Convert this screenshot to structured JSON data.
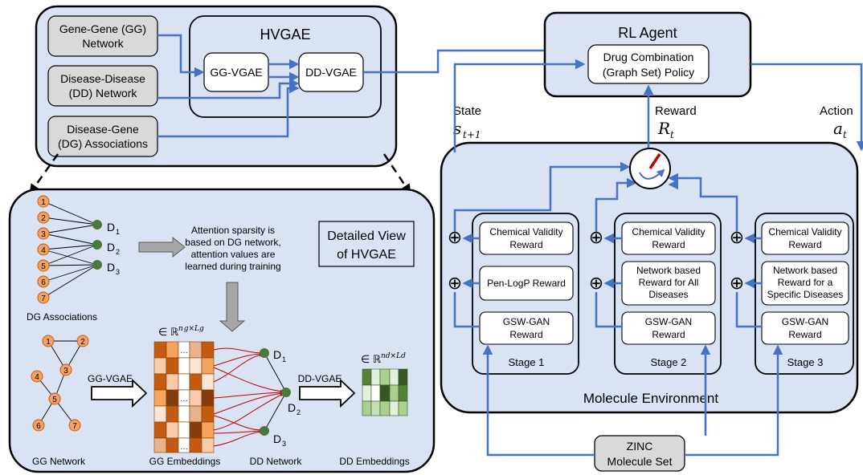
{
  "colors": {
    "panel_fill": "#dae3f3",
    "gray_box": "#d9d9d9",
    "arrow_blue": "#4472c4",
    "node_orange": "#f4a460",
    "node_green": "#4a7a3a",
    "edge_red": "#c00000"
  },
  "top_left": {
    "inputs": [
      [
        "Gene-Gene (GG)",
        "Network"
      ],
      [
        "Disease-Disease",
        "(DD) Network"
      ],
      [
        "Disease-Gene",
        "(DG) Associations"
      ]
    ],
    "hvgae_title": "HVGAE",
    "gg_vgae": "GG-VGAE",
    "dd_vgae": "DD-VGAE"
  },
  "rl": {
    "title": "RL Agent",
    "policy": [
      "Drug Combination",
      "(Graph Set) Policy"
    ],
    "state_label": "State",
    "state_sym": "s",
    "state_sub": "t+1",
    "reward_label": "Reward",
    "reward_sym": "R",
    "reward_sub": "t",
    "action_label": "Action",
    "action_sym": "a",
    "action_sub": "t"
  },
  "env": {
    "title": "Molecule Environment",
    "plus": "⊕",
    "stages": [
      {
        "label": "Stage 1",
        "boxes": [
          [
            "Chemical Validity",
            "Reward"
          ],
          [
            "Pen-LogP Reward"
          ],
          [
            "GSW-GAN",
            "Reward"
          ]
        ]
      },
      {
        "label": "Stage 2",
        "boxes": [
          [
            "Chemical Validity",
            "Reward"
          ],
          [
            "Network based",
            "Reward for All",
            "Diseases"
          ],
          [
            "GSW-GAN",
            "Reward"
          ]
        ]
      },
      {
        "label": "Stage 3",
        "boxes": [
          [
            "Chemical Validity",
            "Reward"
          ],
          [
            "Network based",
            "Reward for a",
            "Specific  Diseases"
          ],
          [
            "GSW-GAN",
            "Reward"
          ]
        ]
      }
    ],
    "zinc": [
      "ZINC",
      "Molecule Set"
    ]
  },
  "detail": {
    "title": [
      "Detailed View",
      "of HVGAE"
    ],
    "attention_text": [
      "Attention sparsity is",
      "based on DG network,",
      "attention values are",
      "learned during training"
    ],
    "dg_nodes": [
      "1",
      "2",
      "3",
      "4",
      "5",
      "6",
      "7"
    ],
    "d_nodes": [
      "D",
      "D",
      "D"
    ],
    "d_subs": [
      "1",
      "2",
      "3"
    ],
    "dg_caption": "DG Associations",
    "gg_caption": "GG Network",
    "gge_caption": "GG Embeddings",
    "ddn_caption": "DD Network",
    "dde_caption": "DD Embeddings",
    "gg_arrow": "GG-VGAE",
    "dd_arrow": "DD-VGAE",
    "gg_space": "∈ ℝ",
    "gg_space_sup": "n g×Lg",
    "dd_space": "∈ ℝ",
    "dd_space_sup": "nd×Ld",
    "dots": "…"
  }
}
